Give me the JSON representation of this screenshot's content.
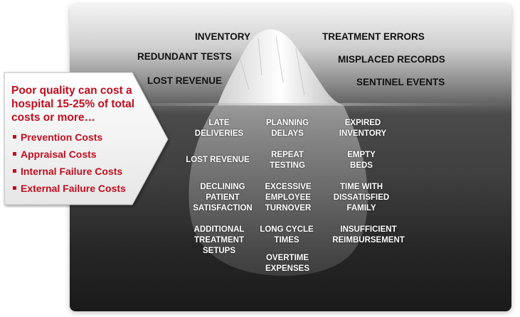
{
  "callout": {
    "headline": "Poor quality can cost a hospital 15-25% of total costs or more…",
    "items": [
      "Prevention Costs",
      "Appraisal Costs",
      "Internal Failure Costs",
      "External Failure Costs"
    ]
  },
  "above_water": [
    "INVENTORY",
    "TREATMENT ERRORS",
    "REDUNDANT TESTS",
    "MISPLACED RECORDS",
    "LOST REVENUE",
    "SENTINEL EVENTS"
  ],
  "below_water": [
    "LATE\nDELIVERIES",
    "PLANNING\nDELAYS",
    "EXPIRED\nINVENTORY",
    "LOST REVENUE",
    "REPEAT\nTESTING",
    "EMPTY\nBEDS",
    "DECLINING\nPATIENT\nSATISFACTION",
    "EXCESSIVE\nEMPLOYEE\nTURNOVER",
    "TIME WITH\nDISSATISFIED\nFAMILY",
    "ADDITIONAL\nTREATMENT\nSETUPS",
    "LONG CYCLE\nTIMES",
    "INSUFFICIENT\nREIMBURSEMENT",
    "OVERTIME\nEXPENSES"
  ],
  "colors": {
    "accent_red": "#c00d1e",
    "iceberg": "#e8e8e8"
  }
}
